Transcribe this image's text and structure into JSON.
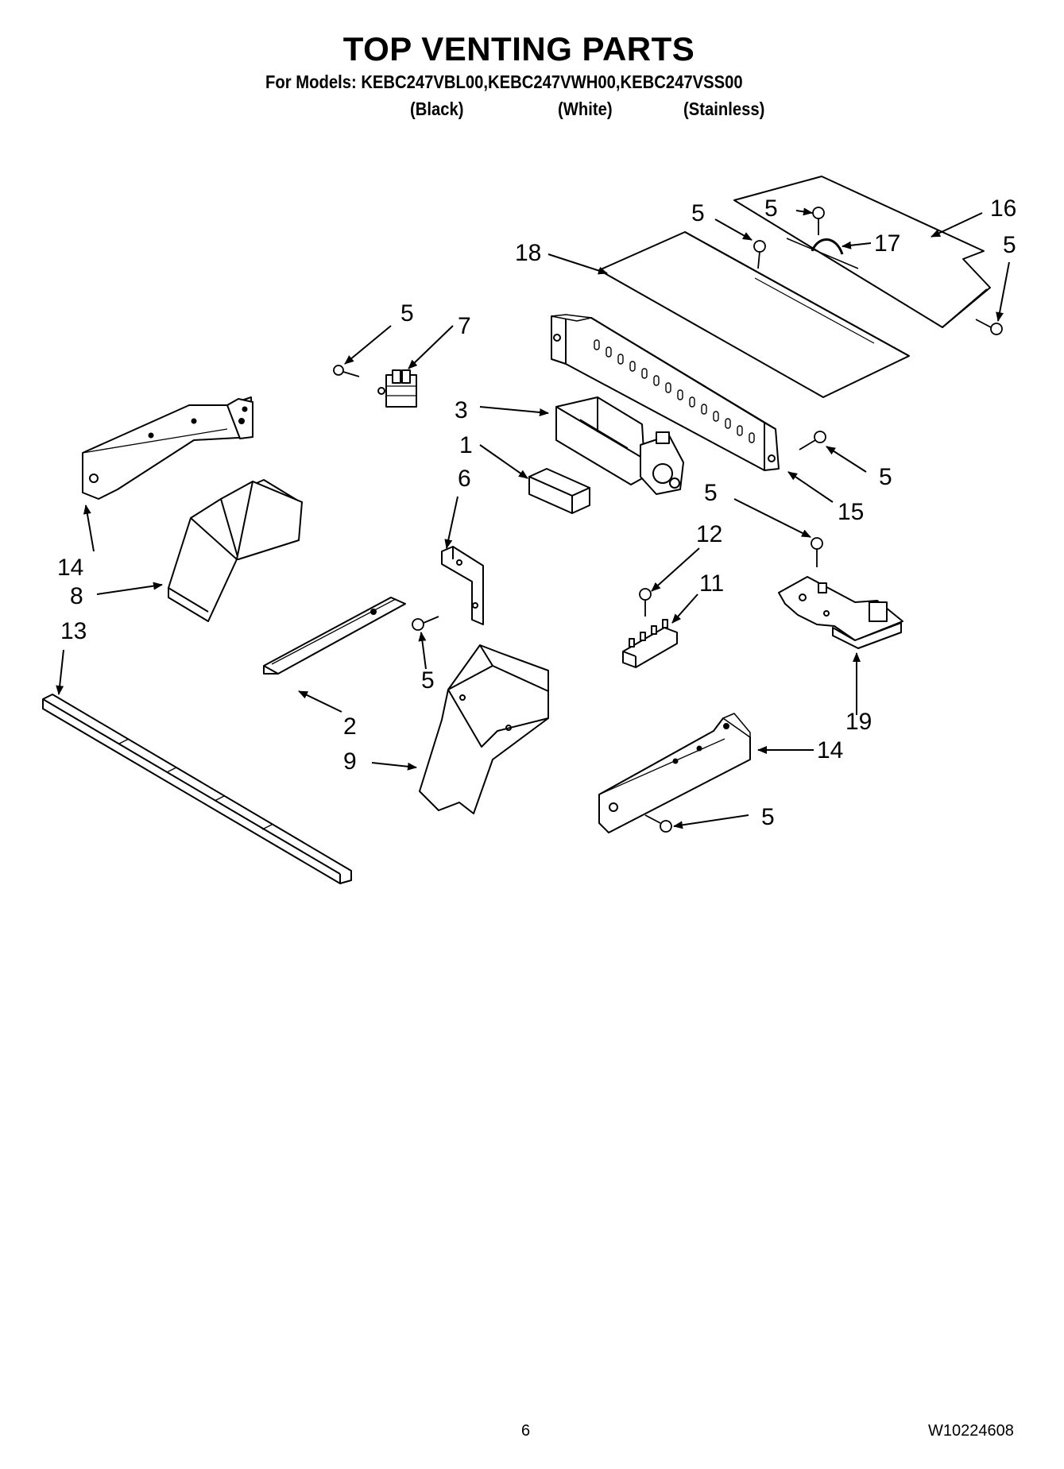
{
  "header": {
    "title": "TOP VENTING PARTS",
    "models_line": "For Models: KEBC247VBL00,KEBC247VWH00,KEBC247VSS00",
    "colors": [
      "(Black)",
      "(White)",
      "(Stainless)"
    ]
  },
  "callouts": [
    "1",
    "2",
    "3",
    "5",
    "5",
    "5",
    "5",
    "5",
    "5",
    "5",
    "5",
    "6",
    "7",
    "8",
    "9",
    "11",
    "12",
    "13",
    "14",
    "14",
    "15",
    "16",
    "17",
    "18",
    "19"
  ],
  "footer": {
    "page_number": "6",
    "doc_number": "W10224608"
  }
}
